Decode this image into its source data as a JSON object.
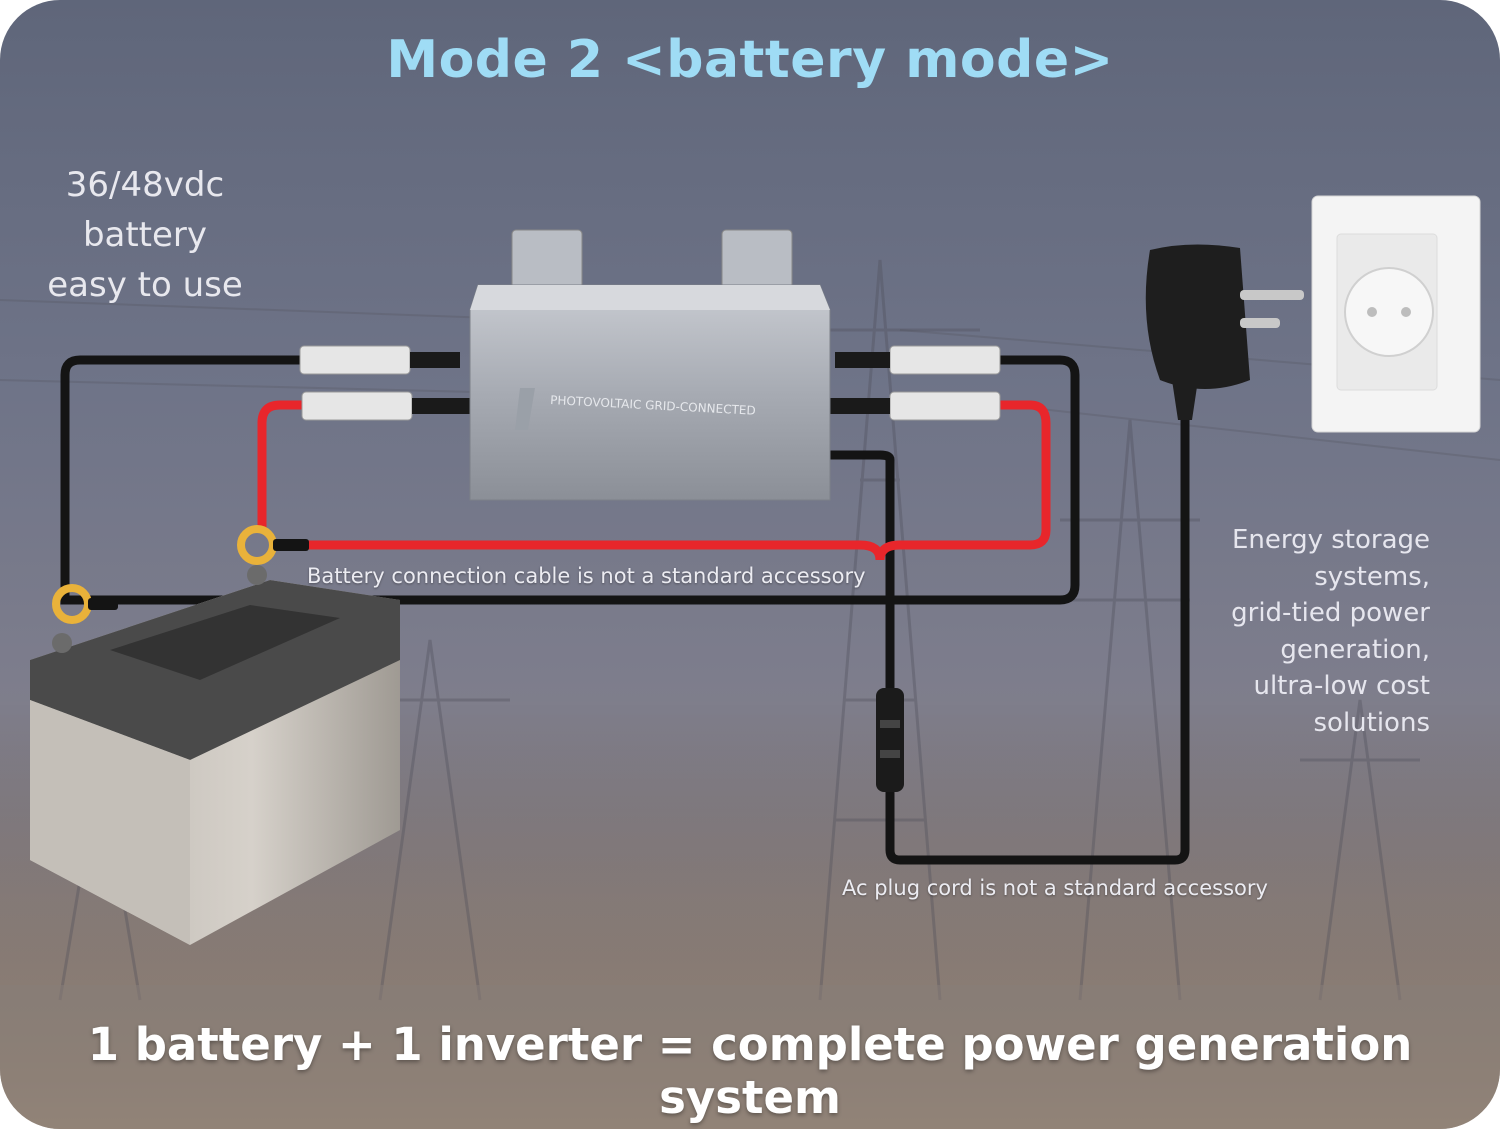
{
  "title": "Mode 2 <battery mode>",
  "battery_note": [
    "36/48vdc",
    "battery",
    "easy to use"
  ],
  "side_note": [
    "Energy storage",
    "systems,",
    "grid-tied power",
    "generation,",
    "ultra-low cost",
    "solutions"
  ],
  "captions": {
    "battery_cable": "Battery connection cable is not a standard accessory",
    "ac_plug": "Ac plug cord is not a standard accessory"
  },
  "inverter_label": "PHOTOVOLTAIC GRID-CONNECTED",
  "footer": "1 battery + 1 inverter = complete power generation system",
  "colors": {
    "title": "#9fdcf5",
    "positive_cable": "#e8262b",
    "negative_cable": "#141414",
    "terminal_ring": "#e9b23a"
  }
}
